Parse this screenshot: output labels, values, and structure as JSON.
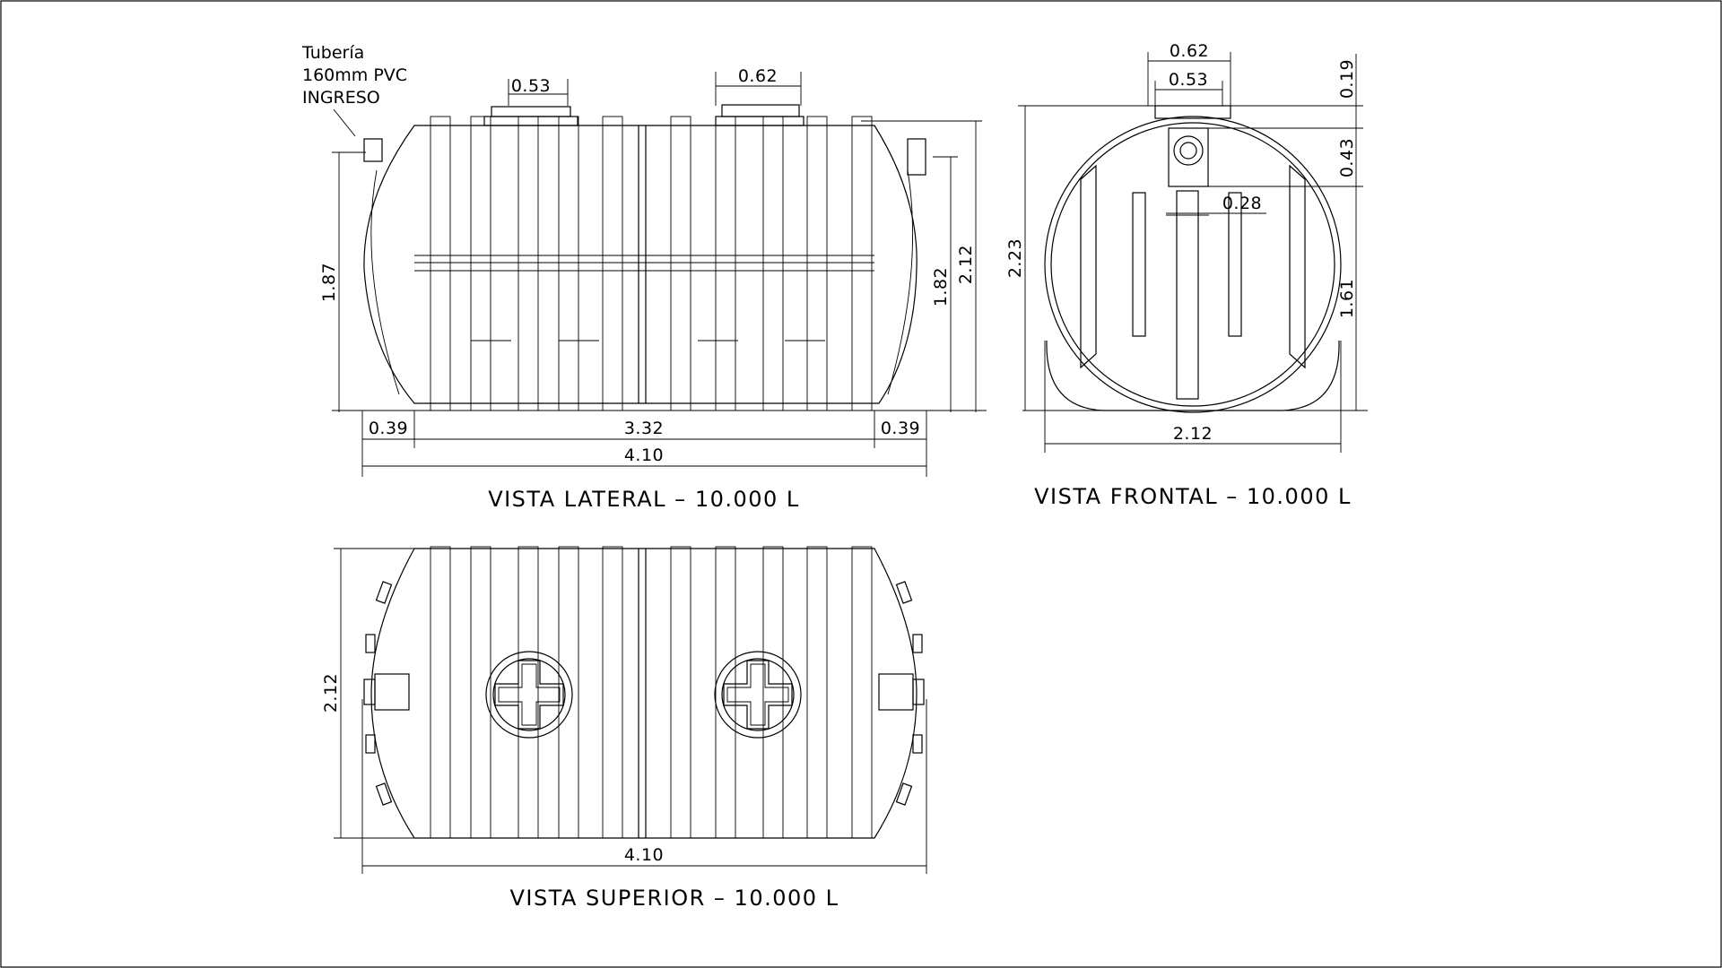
{
  "note": {
    "line1": "Tubería",
    "line2": "160mm  PVC",
    "line3": "INGRESO"
  },
  "lateral": {
    "title": "VISTA  LATERAL  –  10.000  L",
    "dims": {
      "top_left": "0.53",
      "top_right": "0.62",
      "height_left": "1.87",
      "height_inner": "1.82",
      "height_total": "2.12",
      "end_left": "0.39",
      "middle": "3.32",
      "end_right": "0.39",
      "length": "4.10"
    }
  },
  "frontal": {
    "title": "VISTA  FRONTAL  –  10.000  L",
    "dims": {
      "outer_top": "0.62",
      "inner_top": "0.53",
      "pipe": "0.28",
      "right_a": "0.19",
      "right_b": "0.43",
      "right_c": "1.61",
      "height": "2.23",
      "width": "2.12"
    }
  },
  "superior": {
    "title": "VISTA  SUPERIOR  –  10.000  L",
    "dims": {
      "width": "2.12",
      "length": "4.10"
    }
  }
}
